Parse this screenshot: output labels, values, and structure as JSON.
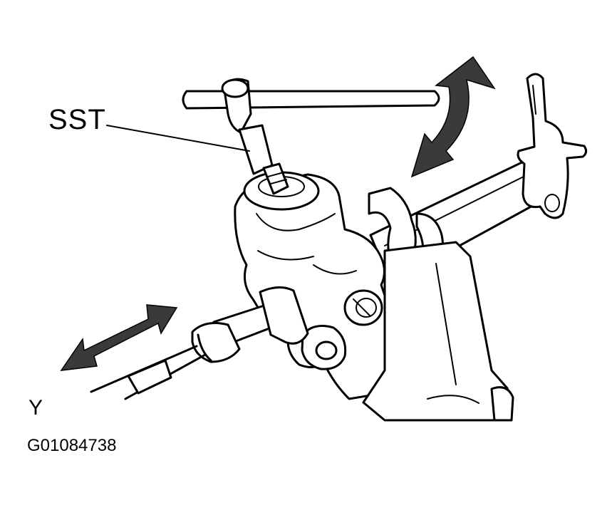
{
  "labels": {
    "sst": "SST",
    "y": "Y",
    "code": "G01084738"
  },
  "colors": {
    "line": "#000000",
    "background": "#ffffff",
    "arrow_fill": "#3a3a3a"
  }
}
